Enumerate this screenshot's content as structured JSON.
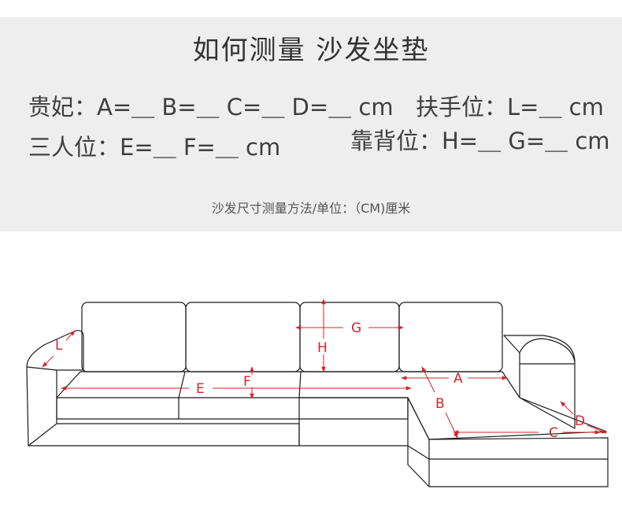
{
  "header": {
    "title": "如何测量  沙发坐垫",
    "lines": [
      "贵妃：A=＿ B=＿ C=＿ D=＿ cm",
      "扶手位：L=＿ cm",
      "三人位：E=＿ F=＿ cm",
      "靠背位：H=＿ G=＿ cm"
    ],
    "subtitle": "沙发尺寸测量方法/单位：（CM)厘米"
  },
  "diagram": {
    "labels": {
      "A": "A",
      "B": "B",
      "C": "C",
      "D": "D",
      "E": "E",
      "F": "F",
      "G": "G",
      "H": "H",
      "L": "L"
    },
    "colors": {
      "outline": "#1a1a1a",
      "dimension": "#d4242a",
      "header_bg": "#eeeeee"
    }
  }
}
